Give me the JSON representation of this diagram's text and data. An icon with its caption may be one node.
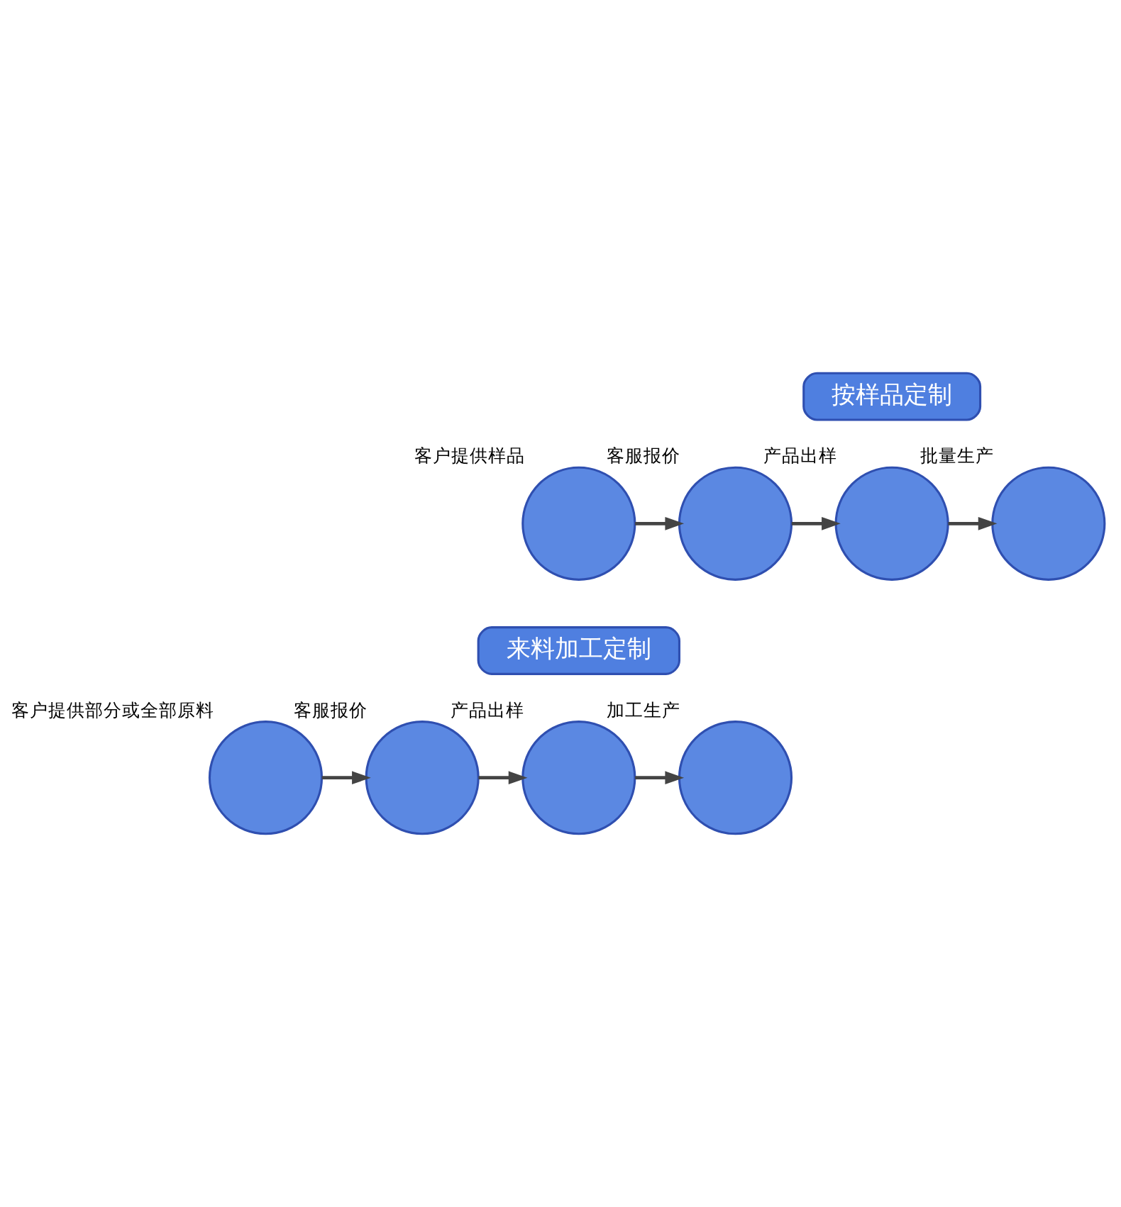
{
  "diagram": {
    "nodes": [
      {
        "text": [
          "按样品定制"
        ]
      },
      {
        "text": [],
        "shape": "circle",
        "beside": [
          "客户提供样品"
        ]
      },
      {
        "text": [],
        "shape": "circle",
        "beside": [
          "客服报价"
        ]
      },
      {
        "text": [],
        "shape": "circle",
        "beside": [
          "产品出样"
        ]
      },
      {
        "text": [],
        "shape": "circle",
        "beside": [
          "批量生产"
        ]
      },
      {
        "text": [
          "来料加工定制"
        ]
      },
      {
        "text": [],
        "shape": "circle",
        "beside": [
          "客户提供部分或全部原料"
        ]
      },
      {
        "text": [],
        "shape": "circle",
        "beside": [
          "客服报价"
        ]
      },
      {
        "text": [],
        "shape": "circle",
        "beside": [
          "产品出样"
        ]
      },
      {
        "text": [],
        "shape": "circle",
        "beside": [
          "加工生产"
        ]
      }
    ],
    "edges": [
      {
        "from": 1,
        "to": 2,
        "arrow": "to"
      },
      {
        "from": 2,
        "to": 3,
        "arrow": "to"
      },
      {
        "from": 3,
        "to": 4,
        "arrow": "to"
      },
      {
        "from": 6,
        "to": 7,
        "arrow": "to"
      },
      {
        "from": 7,
        "to": 8,
        "arrow": "to"
      },
      {
        "from": 8,
        "to": 9,
        "arrow": "to"
      }
    ]
  }
}
